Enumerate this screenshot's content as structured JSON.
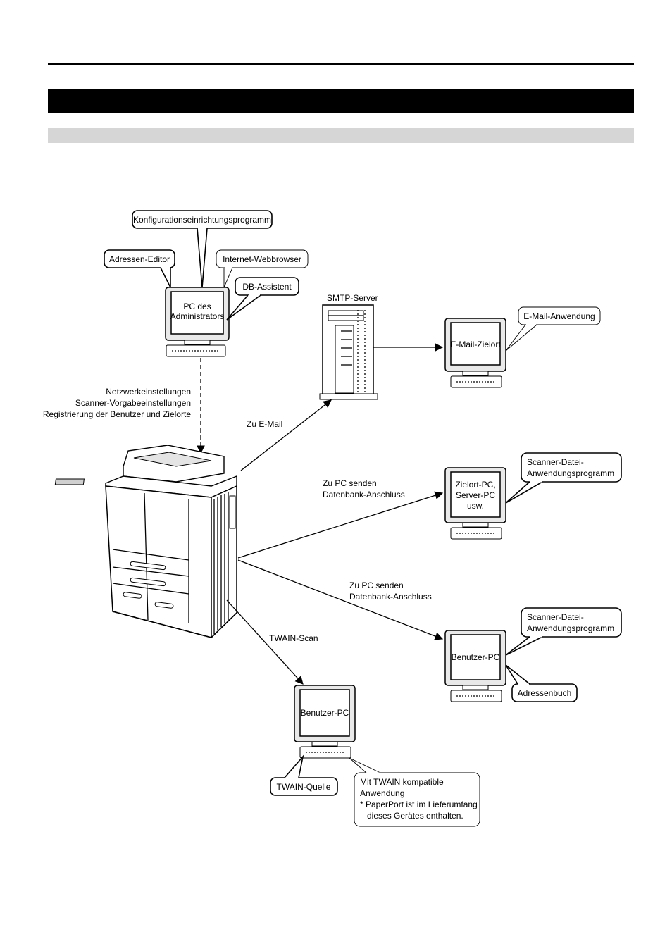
{
  "header": {
    "title": "",
    "subtitle": ""
  },
  "bubbles": {
    "config_program": "Konfigurationseinrichtungsprogramm",
    "address_editor": "Adressen-Editor",
    "web_browser": "Internet-Webbrowser",
    "db_assistant": "DB-Assistent",
    "email_application": "E-Mail-Anwendung",
    "scanner_app_1": [
      "Scanner-Datei-",
      "Anwendungsprogramm"
    ],
    "scanner_app_2": [
      "Scanner-Datei-",
      "Anwendungsprogramm"
    ],
    "address_book": "Adressenbuch",
    "twain_source": "TWAIN-Quelle",
    "twain_app": [
      "Mit TWAIN kompatible",
      "Anwendung",
      "* PaperPort ist im Lieferumfang",
      "   dieses Gerätes enthalten."
    ]
  },
  "computers": {
    "admin_pc": [
      "PC des",
      "Administrators"
    ],
    "email_dest": [
      "E-Mail-Zielort"
    ],
    "dest_pc": [
      "Zielort-PC,",
      "Server-PC",
      "usw."
    ],
    "user_pc_right": [
      "Benutzer-PC"
    ],
    "user_pc_bottom": [
      "Benutzer-PC"
    ]
  },
  "labels": {
    "smtp_server": "SMTP-Server",
    "admin_settings": [
      "Netzwerkeinstellungen",
      "Scanner-Vorgabeeinstellungen",
      "Registrierung der Benutzer und Zielorte"
    ],
    "to_email": "Zu E-Mail",
    "to_pc_1": [
      "Zu PC senden",
      "Datenbank-Anschluss"
    ],
    "to_pc_2": [
      "Zu PC senden",
      "Datenbank-Anschluss"
    ],
    "twain_scan": "TWAIN-Scan"
  }
}
